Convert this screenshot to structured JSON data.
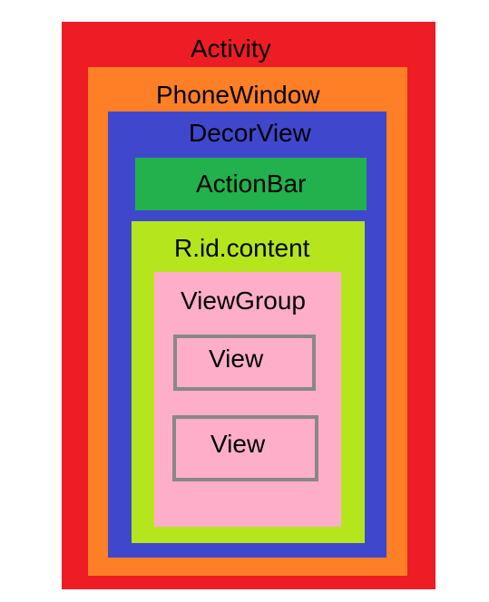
{
  "layers": {
    "activity": {
      "label": "Activity",
      "color": "#ee1c25"
    },
    "phonewindow": {
      "label": "PhoneWindow",
      "color": "#ff7f27"
    },
    "decorview": {
      "label": "DecorView",
      "color": "#3f48cc"
    },
    "actionbar": {
      "label": "ActionBar",
      "color": "#22b14c"
    },
    "content": {
      "label": "R.id.content",
      "color": "#b5e61d"
    },
    "viewgroup": {
      "label": "ViewGroup",
      "color": "#ffaec9"
    },
    "view1": {
      "label": "View",
      "color": "#ffaec9",
      "border_color": "#888888"
    },
    "view2": {
      "label": "View",
      "color": "#ffaec9",
      "border_color": "#888888"
    }
  }
}
